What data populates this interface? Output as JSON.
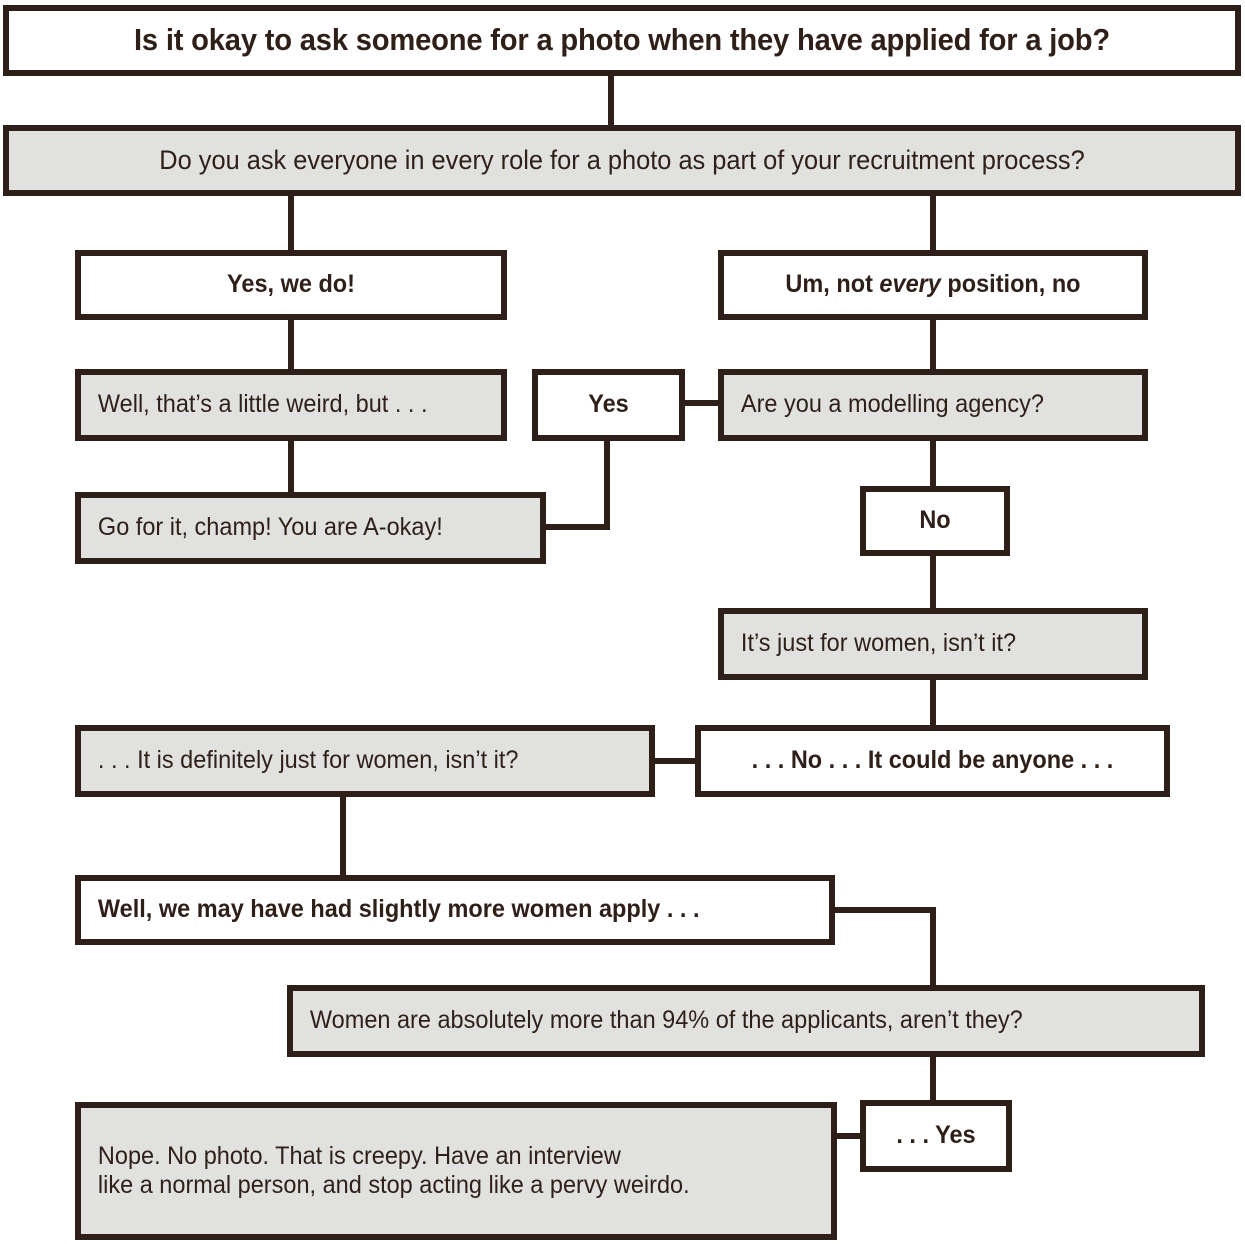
{
  "diagram": {
    "type": "flowchart",
    "title": "Is it okay to ask someone for a photo when they have applied for a job?",
    "colors": {
      "border": "#2E1F18",
      "text": "#2E1F18",
      "fill_white": "#FFFFFF",
      "fill_gray": "#E1E1DF"
    },
    "nodes": {
      "title": "Is it okay to ask someone for a photo when they have applied for a job?",
      "q_everyone": "Do you ask everyone in every role for a photo as part of your recruitment process?",
      "a_yes_we_do": "Yes, we do!",
      "a_not_every": "Um, not ",
      "a_not_every_em": "every",
      "a_not_every_tail": " position, no",
      "r_little_weird": "Well, that’s a little weird, but . . .",
      "a_yes": "Yes",
      "q_modelling": "Are you a modelling agency?",
      "r_go_for_it": "Go for it, champ! You are A-okay!",
      "a_no": "No",
      "q_just_women": "It’s just for women, isn’t it?",
      "q_definitely_women": ". . . It is definitely just for women, isn’t it?",
      "a_no_anyone": ". . . No . . . It could be anyone . . .",
      "a_slightly_more": "Well, we may have had slightly more women apply . . .",
      "q_94_percent": "Women are absolutely more than 94% of the applicants, aren’t they?",
      "a_dots_yes": ". . . Yes",
      "r_nope_line1": "Nope. No photo. That is creepy. Have an interview",
      "r_nope_line2": "like a normal person, and stop acting like a pervy weirdo."
    }
  }
}
